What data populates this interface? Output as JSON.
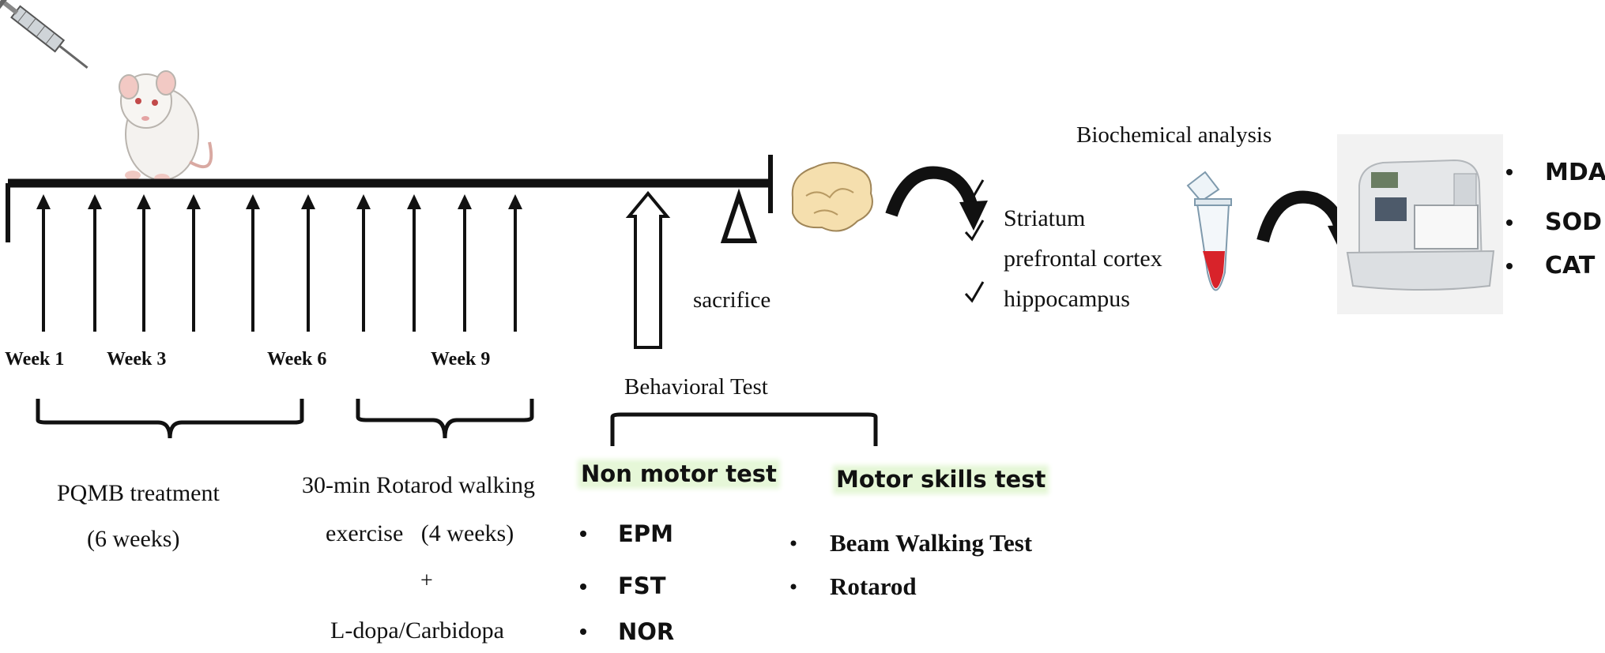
{
  "timeline": {
    "weeks": [
      "Week 1",
      "Week 3",
      "Week 6",
      "Week 9"
    ],
    "sacrifice_label": "sacrifice",
    "behavioral_label": "Behavioral Test"
  },
  "groups": {
    "pqmb": {
      "line1": "PQMB treatment",
      "line2": "(6 weeks)"
    },
    "exercise": {
      "line1": "30-min Rotarod walking",
      "line2": "exercise   (4 weeks)",
      "plus": "+",
      "line3": "L-dopa/Carbidopa"
    }
  },
  "non_motor": {
    "title": "Non motor test",
    "items": [
      "EPM",
      "FST",
      "NOR"
    ]
  },
  "motor": {
    "title": "Motor skills test",
    "items": [
      "Beam Walking Test",
      "Rotarod"
    ]
  },
  "regions": [
    "Striatum",
    "prefrontal cortex",
    "hippocampus"
  ],
  "biochem": {
    "title": "Biochemical analysis",
    "markers": [
      "MDA",
      "SOD",
      "CAT"
    ]
  },
  "colors": {
    "ink": "#111111",
    "highlight": "#e6f7d8",
    "tube_red": "#d8232a",
    "brain": "#f5dfae"
  },
  "icons": [
    "syringe-icon",
    "rat-icon",
    "brain-icon",
    "curved-arrow-icon",
    "tube-icon",
    "plate-reader-icon",
    "check-icon",
    "bullet-icon"
  ]
}
